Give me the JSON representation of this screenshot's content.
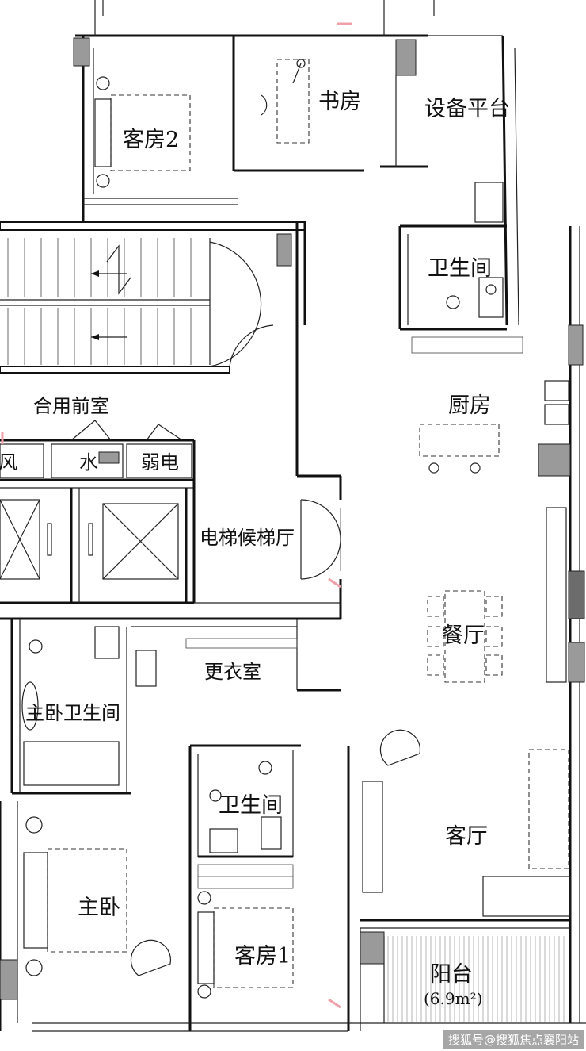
{
  "rooms": {
    "guest_room_2": "客房2",
    "study": "书房",
    "equipment_platform": "设备平台",
    "bathroom_north": "卫生间",
    "kitchen": "厨房",
    "shared_lobby": "合用前室",
    "wind_shaft": "风",
    "water_shaft": "水",
    "weak_current": "弱电",
    "elevator_hall": "电梯候梯厅",
    "dining": "餐厅",
    "dressing_room": "更衣室",
    "master_bathroom": "主卧卫生间",
    "bathroom": "卫生间",
    "living_room": "客厅",
    "master_bedroom": "主卧",
    "guest_room_1": "客房1",
    "balcony": "阳台",
    "balcony_area": "(6.9m²)"
  },
  "watermark": "搜狐号@搜狐焦点襄阳站",
  "colors": {
    "wall": "#111111",
    "column": "#9a9a9a",
    "grid_mark": "#f0a0a8",
    "background": "#ffffff"
  }
}
